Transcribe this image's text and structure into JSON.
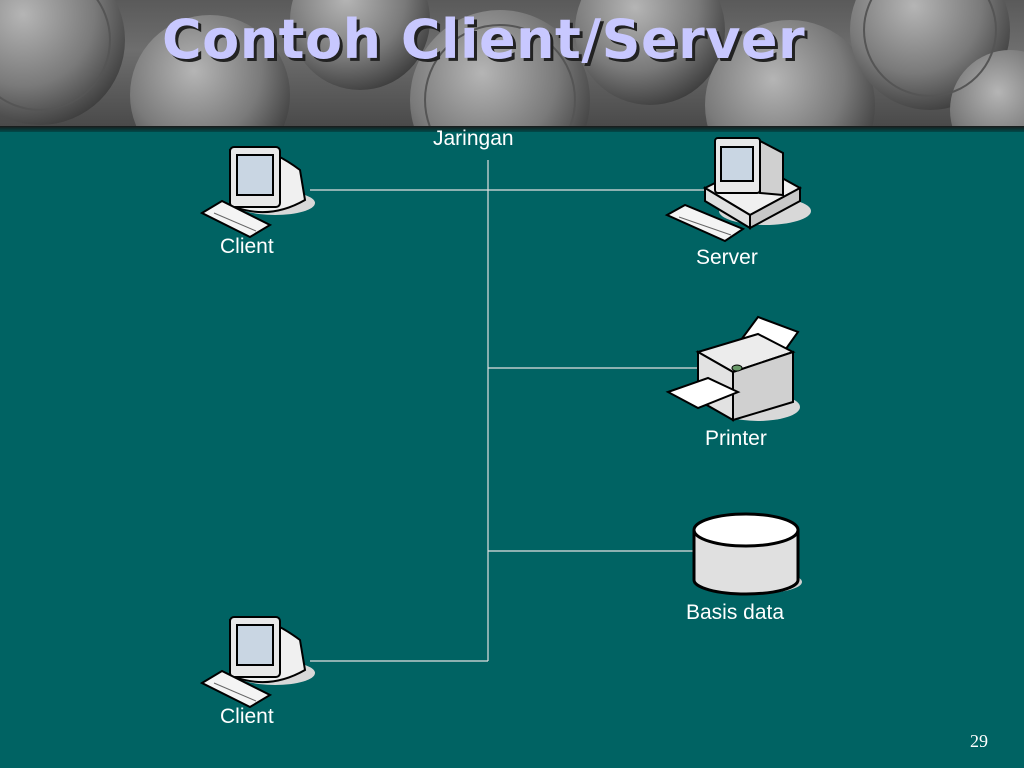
{
  "slide": {
    "title": "Contoh Client/Server",
    "page_number": "29"
  },
  "diagram": {
    "network_label": "Jaringan",
    "nodes": {
      "client_top": "Client",
      "client_bottom": "Client",
      "server": "Server",
      "printer": "Printer",
      "database": "Basis data"
    }
  },
  "colors": {
    "background": "#006363",
    "title_text": "#c8c8ff",
    "line": "#e0e0e0"
  }
}
